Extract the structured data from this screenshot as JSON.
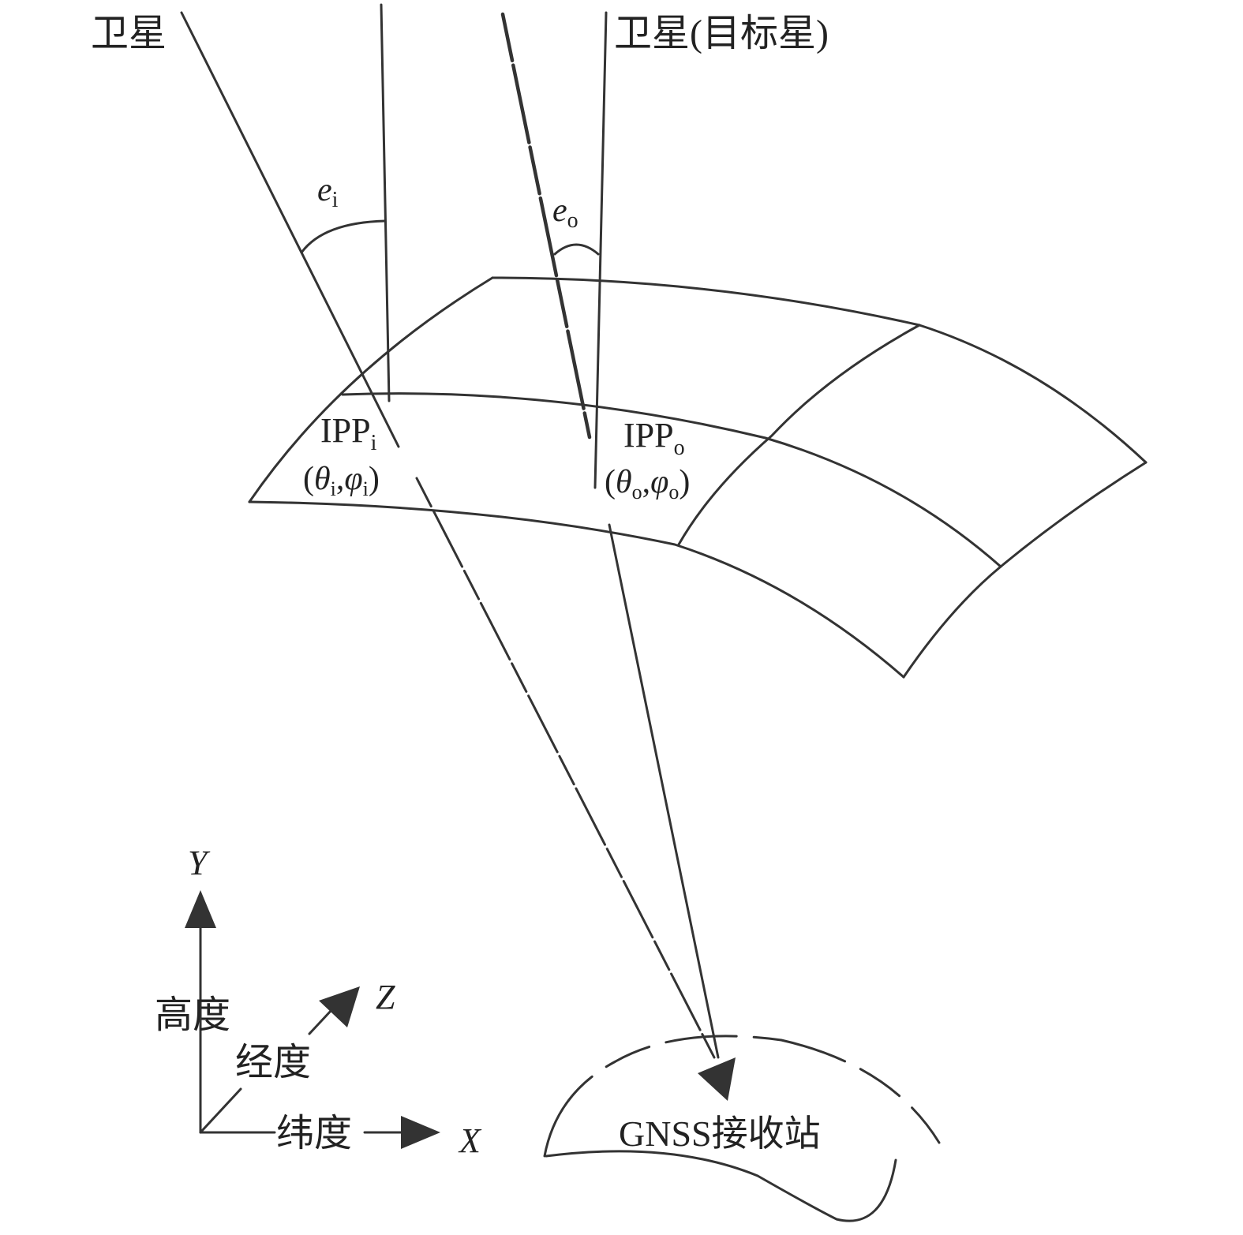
{
  "labels": {
    "satellite_left": "卫星",
    "satellite_right": "卫星(目标星)",
    "angle_in": "e",
    "angle_in_sub": "i",
    "angle_out": "e",
    "angle_out_sub": "o",
    "ipp_in": "IPP",
    "ipp_in_sub": "i",
    "ipp_out": "IPP",
    "ipp_out_sub": "o",
    "coord_in": {
      "open": "(",
      "theta": "θ",
      "theta_sub": "i",
      "comma": ",",
      "phi": "φ",
      "phi_sub": "i",
      "close": ")"
    },
    "coord_out": {
      "open": "(",
      "theta": "θ",
      "theta_sub": "o",
      "comma": ",",
      "phi": "φ",
      "phi_sub": "o",
      "close": ")"
    },
    "receiver": "GNSS接收站"
  },
  "axes": {
    "y_label": "Y",
    "z_label": "Z",
    "x_label": "X",
    "height": "高度",
    "longitude": "经度",
    "latitude": "纬度"
  },
  "colors": {
    "line": "#333333",
    "text": "#222222",
    "background": "#ffffff"
  }
}
